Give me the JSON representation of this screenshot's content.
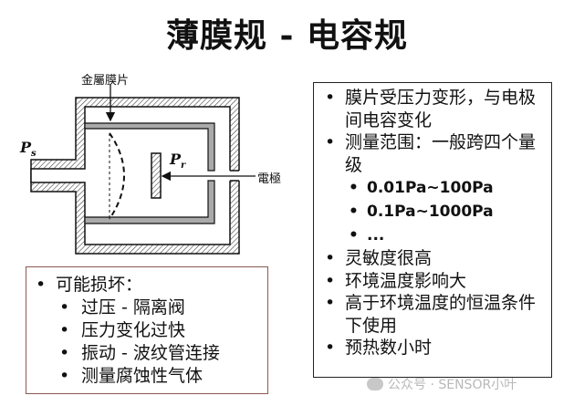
{
  "title": "薄膜规 - 电容规",
  "diagram": {
    "membrane_label": "金屬膜片",
    "electrode_label": "電極",
    "ps_label": "P",
    "ps_sub": "s",
    "pr_label": "P",
    "pr_sub": "r"
  },
  "right_box": {
    "items": [
      {
        "text": "膜片受压力变形，与电极间电容变化",
        "level": 1
      },
      {
        "text": "测量范围：一般跨四个量级",
        "level": 1
      },
      {
        "text": "0.01Pa~100Pa",
        "level": 2
      },
      {
        "text": "0.1Pa~1000Pa",
        "level": 2
      },
      {
        "text": "...",
        "level": 2
      },
      {
        "text": "灵敏度很高",
        "level": 1
      },
      {
        "text": "环境温度影响大",
        "level": 1
      },
      {
        "text": "高于环境温度的恒温条件下使用",
        "level": 1
      },
      {
        "text": "预热数小时",
        "level": 1
      }
    ]
  },
  "left_box": {
    "items": [
      {
        "text": "可能损坏：",
        "level": 1
      },
      {
        "text": "过压 - 隔离阀",
        "level": 2
      },
      {
        "text": "压力变化过快",
        "level": 2
      },
      {
        "text": "振动 - 波纹管连接",
        "level": 2
      },
      {
        "text": "测量腐蚀性气体",
        "level": 2
      }
    ]
  },
  "watermark": "公众号 · SENSOR小叶"
}
